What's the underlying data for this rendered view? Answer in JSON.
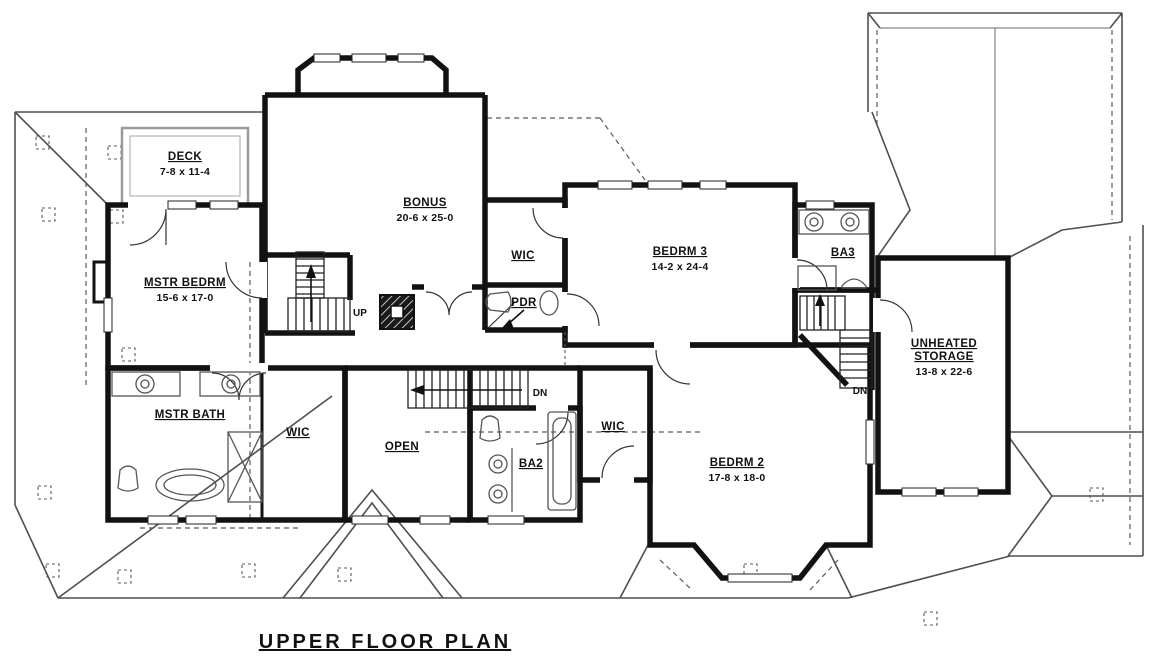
{
  "title": {
    "text": "UPPER FLOOR PLAN"
  },
  "colors": {
    "wall": "#121212",
    "roof_line": "#4f4f4f",
    "fixture_line": "#555555",
    "background": "#ffffff"
  },
  "rooms": {
    "deck": {
      "name": "DECK",
      "dims": "7-8 x 11-4"
    },
    "mstr_bdrm": {
      "name": "MSTR BEDRM",
      "dims": "15-6 x 17-0"
    },
    "bonus": {
      "name": "BONUS",
      "dims": "20-6 x 25-0"
    },
    "wic_upper": {
      "name": "WIC"
    },
    "pdr": {
      "name": "PDR"
    },
    "bedrm3": {
      "name": "BEDRM 3",
      "dims": "14-2 x 24-4"
    },
    "ba3": {
      "name": "BA3"
    },
    "storage": {
      "name_line1": "UNHEATED",
      "name_line2": "STORAGE",
      "dims": "13-8 x 22-6"
    },
    "mstr_bath": {
      "name": "MSTR BATH"
    },
    "wic_master": {
      "name": "WIC"
    },
    "open": {
      "name": "OPEN"
    },
    "ba2": {
      "name": "BA2"
    },
    "wic_bedrm2": {
      "name": "WIC"
    },
    "bedrm2": {
      "name": "BEDRM 2",
      "dims": "17-8 x 18-0"
    }
  },
  "stairs": {
    "up": "UP",
    "dn_main": "DN",
    "dn_rear": "DN"
  }
}
